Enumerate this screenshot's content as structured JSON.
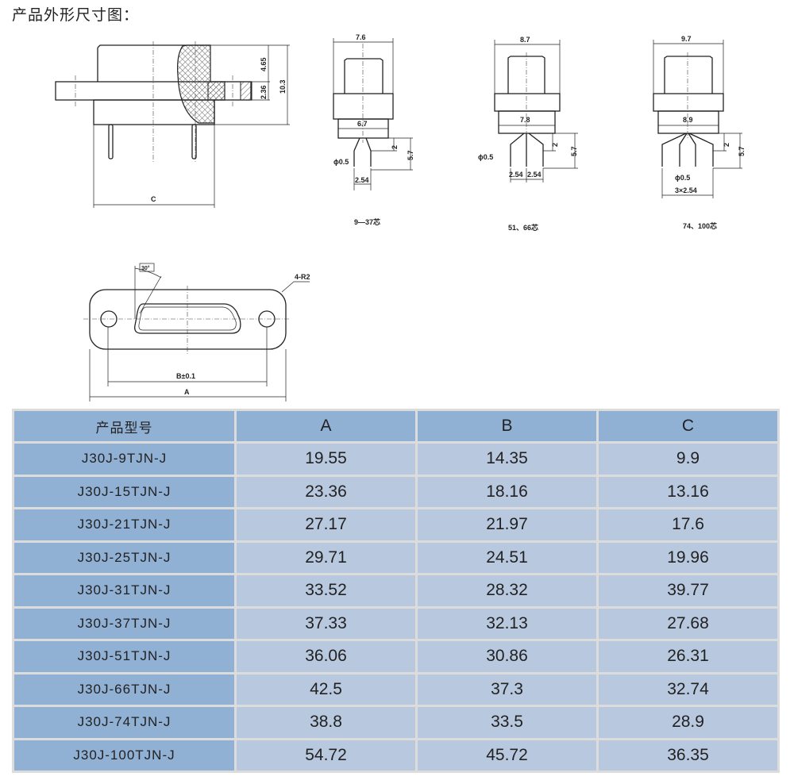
{
  "title": "产品外形尺寸图：",
  "side_view": {
    "dim_c": "C",
    "dim_top": "4.65",
    "dim_flange": "2.36",
    "dim_total": "10.3"
  },
  "pin_views": [
    {
      "width_top": "7.6",
      "width_bottom": "6.7",
      "pin_dia": "ϕ0.5",
      "pitch": "2.54",
      "h1": "2",
      "h2": "5.7",
      "caption": "9—37芯"
    },
    {
      "width_top": "8.7",
      "width_bottom": "7.8",
      "pin_dia": "ϕ0.5",
      "pitch": "2.54",
      "pitch2": "2.54",
      "h1": "2",
      "h2": "5.7",
      "caption": "51、66芯"
    },
    {
      "width_top": "9.7",
      "width_bottom": "8.9",
      "pin_dia": "ϕ0.5",
      "pitch": "3×2.54",
      "h1": "2",
      "h2": "5.7",
      "caption": "74、100芯"
    }
  ],
  "front_view": {
    "angle": "30°",
    "radius": "4-R2",
    "dim_b": "B±0.1",
    "dim_a": "A"
  },
  "table": {
    "headers": [
      "产品型号",
      "A",
      "B",
      "C"
    ],
    "rows": [
      [
        "J30J-9TJN-J",
        "19.55",
        "14.35",
        "9.9"
      ],
      [
        "J30J-15TJN-J",
        "23.36",
        "18.16",
        "13.16"
      ],
      [
        "J30J-21TJN-J",
        "27.17",
        "21.97",
        "17.6"
      ],
      [
        "J30J-25TJN-J",
        "29.71",
        "24.51",
        "19.96"
      ],
      [
        "J30J-31TJN-J",
        "33.52",
        "28.32",
        "39.77"
      ],
      [
        "J30J-37TJN-J",
        "37.33",
        "32.13",
        "27.68"
      ],
      [
        "J30J-51TJN-J",
        "36.06",
        "30.86",
        "26.31"
      ],
      [
        "J30J-66TJN-J",
        "42.5",
        "37.3",
        "32.74"
      ],
      [
        "J30J-74TJN-J",
        "38.8",
        "33.5",
        "28.9"
      ],
      [
        "J30J-100TJN-J",
        "54.72",
        "45.72",
        "36.35"
      ]
    ]
  }
}
